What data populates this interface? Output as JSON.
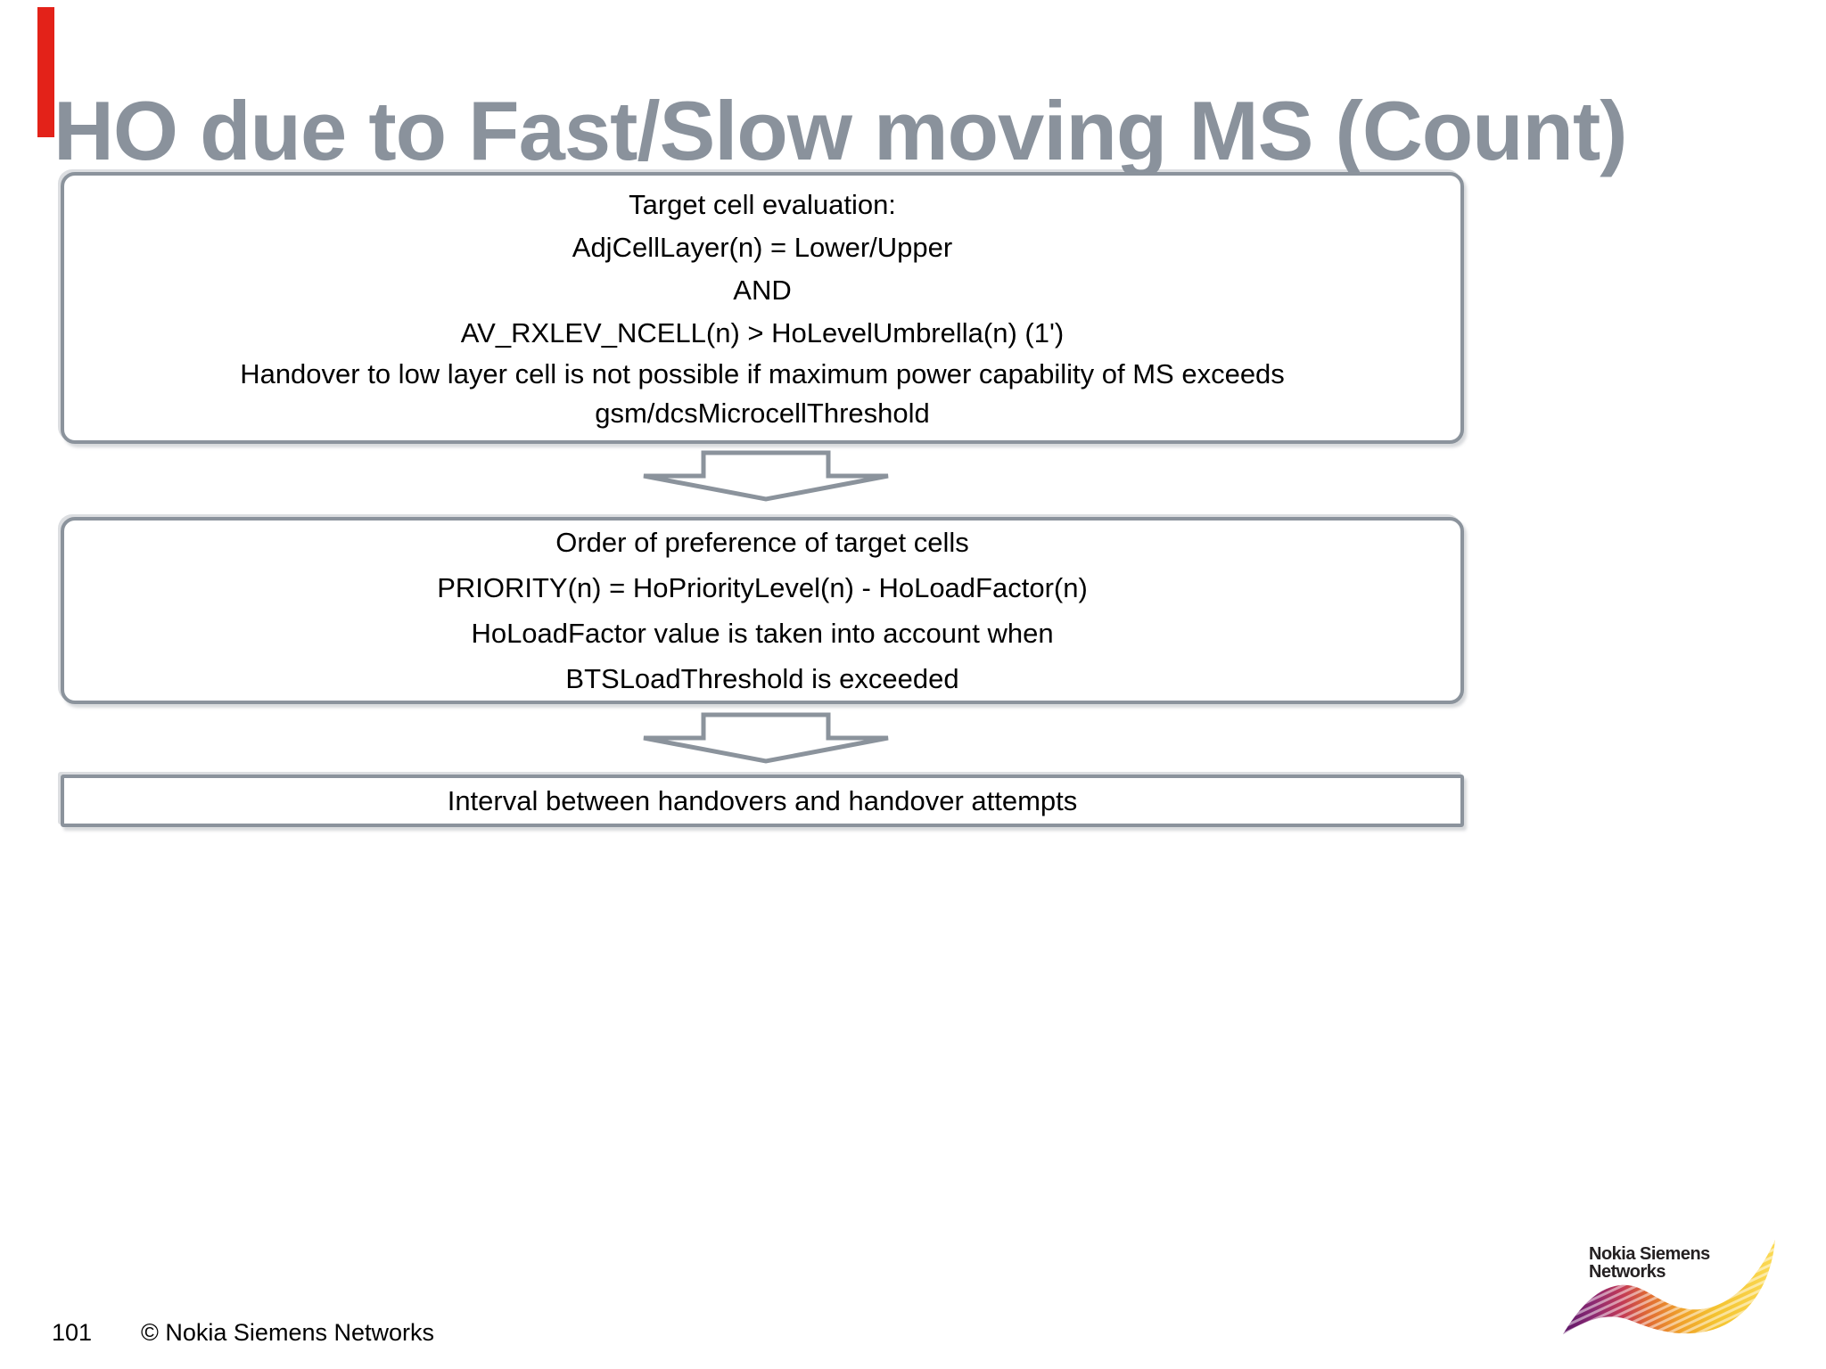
{
  "slide": {
    "title": "HO due to Fast/Slow moving MS (Count)",
    "flow": {
      "boxes": [
        {
          "name": "target-cell-evaluation",
          "lines": [
            "Target cell evaluation:",
            "AdjCellLayer(n) = Lower/Upper",
            "AND",
            "AV_RXLEV_NCELL(n) > HoLevelUmbrella(n) (1')",
            "Handover to low layer cell is not possible if maximum power capability of MS exceeds gsm/dcsMicrocellThreshold"
          ]
        },
        {
          "name": "order-of-preference",
          "lines": [
            "Order of preference of target cells",
            "PRIORITY(n) = HoPriorityLevel(n) - HoLoadFactor(n)",
            "HoLoadFactor value is taken into account when",
            "BTSLoadThreshold is exceeded"
          ]
        },
        {
          "name": "interval-between-handovers",
          "lines": [
            "Interval between handovers and handover attempts"
          ]
        }
      ]
    },
    "icons": {
      "flow_arrow": "down-arrow"
    },
    "footer": {
      "page_number": "101",
      "copyright": "© Nokia Siemens Networks"
    },
    "logo": {
      "text": "Nokia Siemens\nNetworks"
    },
    "colors": {
      "title_gray": "#8a929c",
      "box_border_gray": "#8b939c",
      "arrow_gray": "#8b939c",
      "accent_red": "#e32219",
      "text_black": "#000000",
      "logo_purple": "#5c1669",
      "logo_red": "#c23a55",
      "logo_orange": "#efa02b",
      "logo_yellow": "#fbda55"
    }
  }
}
